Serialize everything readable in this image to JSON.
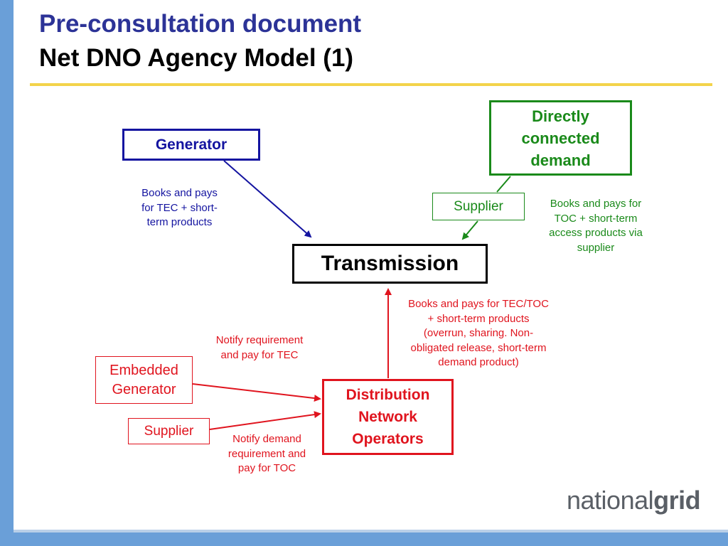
{
  "header": {
    "title": "Pre-consultation document",
    "subtitle": "Net DNO Agency Model (1)"
  },
  "diagram": {
    "generator": "Generator",
    "directly_connected_demand": [
      "Directly",
      "connected",
      "demand"
    ],
    "supplier_top": "Supplier",
    "transmission": "Transmission",
    "dno": [
      "Distribution",
      "Network",
      "Operators"
    ],
    "embedded_generator": [
      "Embedded",
      "Generator"
    ],
    "supplier_bottom": "Supplier",
    "notes": {
      "generator": [
        "Books and pays",
        "for TEC + short-",
        "term products"
      ],
      "supplier": [
        "Books and pays for",
        "TOC + short-term",
        "access products via",
        "supplier"
      ],
      "dno_transmission": [
        "Books and pays for TEC/TOC",
        "+ short-term products",
        "(overrun, sharing. Non-",
        "obligated release, short-term",
        "demand product)"
      ],
      "embedded": [
        "Notify requirement",
        "and pay for TEC"
      ],
      "demand": [
        "Notify demand",
        "requirement and",
        "pay for TOC"
      ]
    }
  },
  "logo": {
    "part1": "national",
    "part2": "grid"
  },
  "colors": {
    "title_blue": "#2c3397",
    "generator_blue": "#1414a0",
    "demand_green": "#1a8a1a",
    "dno_red": "#e0141e",
    "accent_yellow": "#f3d34a",
    "frame_blue": "#6a9fd8"
  }
}
